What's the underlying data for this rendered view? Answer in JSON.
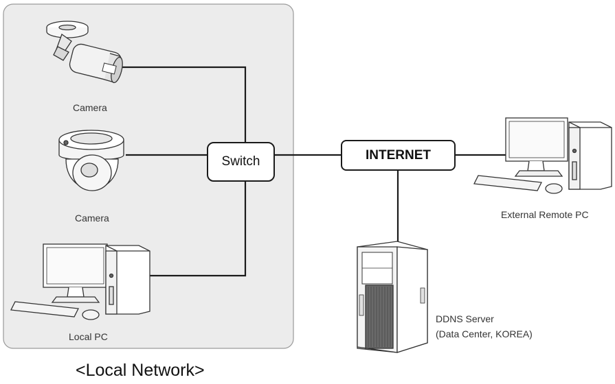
{
  "diagram": {
    "caption": "<Local Network>",
    "nodes": {
      "switch": "Switch",
      "internet": "INTERNET"
    },
    "devices": {
      "bullet_camera": "Camera",
      "dome_camera": "Camera",
      "local_pc": "Local PC",
      "external_pc": "External Remote PC",
      "ddns_line1": "DDNS Server",
      "ddns_line2": "(Data Center, KOREA)"
    },
    "colors": {
      "local_network_bg": "#ececec",
      "line": "#1a1a1a",
      "device_stroke": "#333333"
    }
  }
}
